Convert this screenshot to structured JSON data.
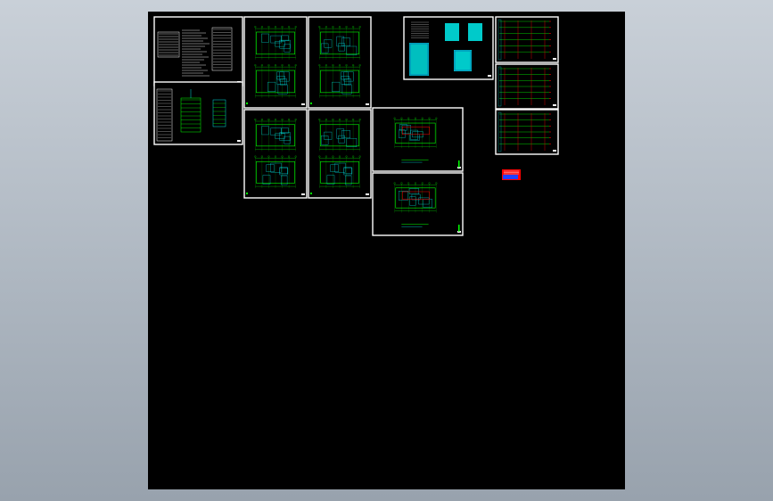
{
  "colors": {
    "background_gradient_top": "#c9d0d8",
    "background_gradient_bottom": "#98a2ad",
    "model_space": "#000000",
    "sheet_border": "#ffffff",
    "plan_lines": "#00ff00",
    "fill_cyan": "#00e0e0",
    "note_red": "#ff0000",
    "note_blue": "#2040ff"
  },
  "sheets": [
    {
      "id": "general-notes",
      "kind": "text-notes"
    },
    {
      "id": "system-diagram",
      "kind": "diagram"
    },
    {
      "id": "floor-plan-1",
      "kind": "floor-plan"
    },
    {
      "id": "floor-plan-2",
      "kind": "floor-plan"
    },
    {
      "id": "floor-plan-3",
      "kind": "floor-plan"
    },
    {
      "id": "floor-plan-4",
      "kind": "floor-plan"
    },
    {
      "id": "cover-sheet",
      "kind": "cover"
    },
    {
      "id": "riser-diagram-1",
      "kind": "riser"
    },
    {
      "id": "riser-diagram-2",
      "kind": "riser"
    },
    {
      "id": "riser-diagram-3",
      "kind": "riser"
    },
    {
      "id": "roof-plan",
      "kind": "single-plan"
    },
    {
      "id": "site-plan",
      "kind": "single-plan"
    }
  ]
}
